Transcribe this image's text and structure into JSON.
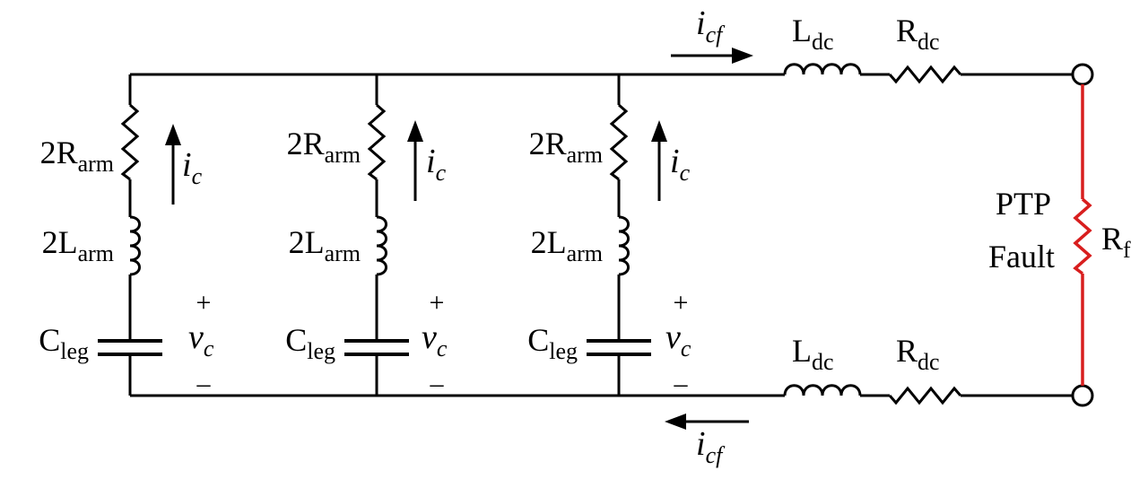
{
  "legs": [
    {
      "resistor": {
        "base": "2R",
        "sub": "arm"
      },
      "inductor": {
        "base": "2L",
        "sub": "arm"
      },
      "capacitor": {
        "base": "C",
        "sub": "leg"
      },
      "current": {
        "base": "i",
        "sub": "c"
      },
      "voltage": {
        "base": "v",
        "sub": "c",
        "plus": "+",
        "minus": "–"
      }
    },
    {
      "resistor": {
        "base": "2R",
        "sub": "arm"
      },
      "inductor": {
        "base": "2L",
        "sub": "arm"
      },
      "capacitor": {
        "base": "C",
        "sub": "leg"
      },
      "current": {
        "base": "i",
        "sub": "c"
      },
      "voltage": {
        "base": "v",
        "sub": "c",
        "plus": "+",
        "minus": "–"
      }
    },
    {
      "resistor": {
        "base": "2R",
        "sub": "arm"
      },
      "inductor": {
        "base": "2L",
        "sub": "arm"
      },
      "capacitor": {
        "base": "C",
        "sub": "leg"
      },
      "current": {
        "base": "i",
        "sub": "c"
      },
      "voltage": {
        "base": "v",
        "sub": "c",
        "plus": "+",
        "minus": "–"
      }
    }
  ],
  "dc_line": {
    "top": {
      "current": {
        "base": "i",
        "sub": "cf"
      },
      "inductor": {
        "base": "L",
        "sub": "dc"
      },
      "resistor": {
        "base": "R",
        "sub": "dc"
      }
    },
    "bottom": {
      "current": {
        "base": "i",
        "sub": "cf"
      },
      "inductor": {
        "base": "L",
        "sub": "dc"
      },
      "resistor": {
        "base": "R",
        "sub": "dc"
      }
    }
  },
  "fault": {
    "line1": "PTP",
    "line2": "Fault",
    "resistor": {
      "base": "R",
      "sub": "f"
    },
    "color": "#d81e1e"
  }
}
